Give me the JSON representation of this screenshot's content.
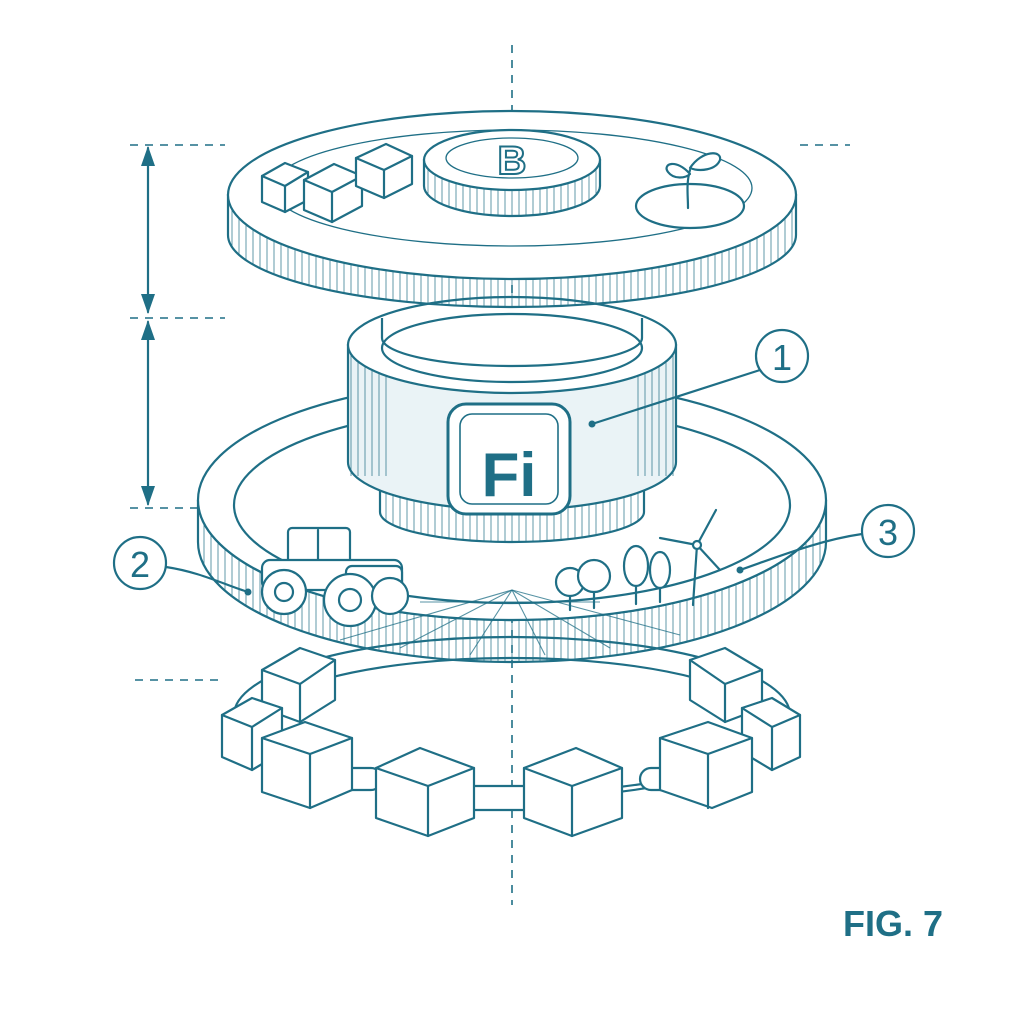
{
  "figure": {
    "label": "FIG. 7",
    "callouts": [
      "1",
      "2",
      "3"
    ],
    "coin_symbol": "B",
    "logo_text": "Fi"
  },
  "colors": {
    "ink": "#1f6f86",
    "logo_fill": "#1f6f86",
    "paper": "#ffffff",
    "tint": "#eaf3f6"
  },
  "icons": [
    "bitcoin-coin-icon",
    "sprout-icon",
    "cube-icon",
    "tractor-icon",
    "wind-turbine-icon",
    "tree-icon",
    "fintech-logo-icon",
    "chain-link-icon"
  ]
}
